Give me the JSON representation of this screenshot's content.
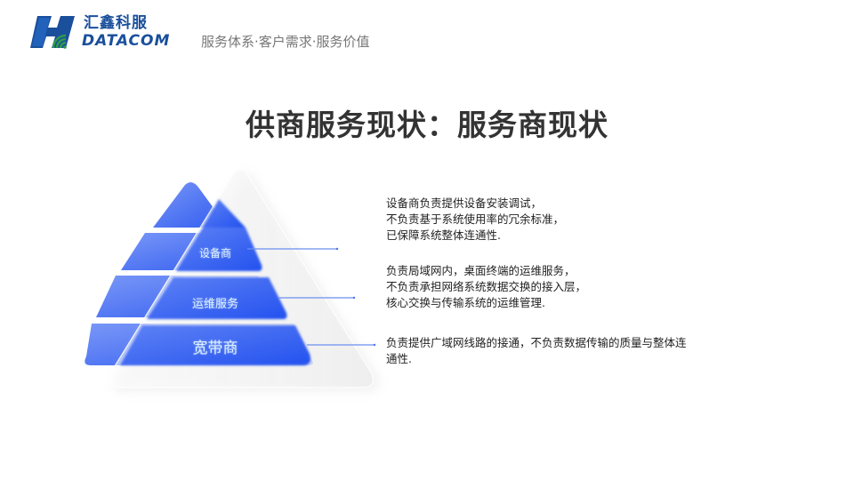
{
  "header": {
    "logo": {
      "cn_name": "汇鑫科服",
      "en_name": "DATACOM",
      "icon": "h-wifi-logo-icon"
    },
    "tagline": "服务体系·客户需求·服务价值"
  },
  "page_title": "供商服务现状：服务商现状",
  "pyramid": {
    "layers": [
      {
        "label": "设备商"
      },
      {
        "label": "运维服务"
      },
      {
        "label": "宽带商"
      }
    ],
    "colors": {
      "primary": "#2f5bf0",
      "light": "#6f8ff6",
      "label": "#d8f0ff",
      "connector": "#6c8ff0"
    }
  },
  "descriptions": [
    {
      "lines": [
        "设备商负责提供设备安装调试，",
        "不负责基于系统使用率的冗余标准，",
        "已保障系统整体连通性."
      ]
    },
    {
      "lines": [
        "负责局域网内，桌面终端的运维服务，",
        "不负责承担网络系统数据交换的接入层，",
        "核心交换与传输系统的运维管理."
      ]
    },
    {
      "lines": [
        "负责提供广域网线路的接通，不负责数据传输的质量与整体连",
        "通性."
      ]
    }
  ]
}
